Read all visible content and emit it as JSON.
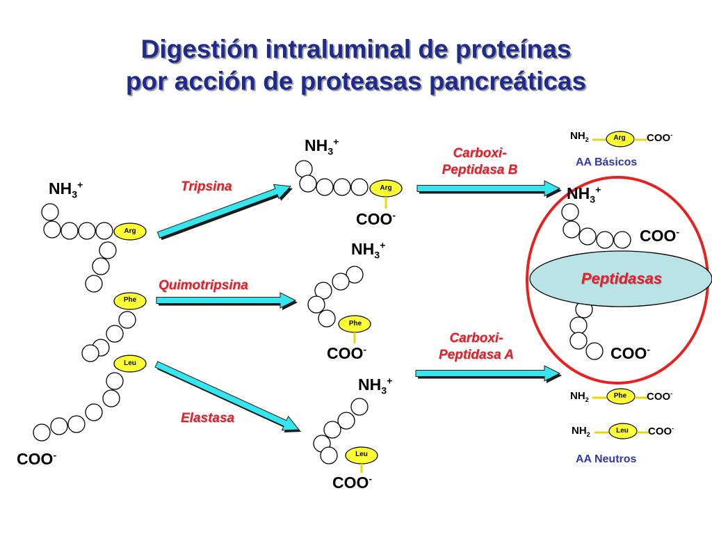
{
  "title": {
    "line1": "Digestión intraluminal de proteínas",
    "line2": "por acción de proteasas pancreáticas"
  },
  "chem": {
    "nh3": "NH",
    "nh3_sub": "3",
    "nh3_sup": "+",
    "coo": "COO",
    "coo_sup": "-",
    "nh2": "NH",
    "nh2_sub": "2"
  },
  "amino_acids": {
    "arg": "Arg",
    "phe": "Phe",
    "leu": "Leu"
  },
  "enzymes": {
    "tripsina": "Tripsina",
    "quimotripsina": "Quimotripsina",
    "elastasa": "Elastasa",
    "cpb_line1": "Carboxi-",
    "cpb_line2": "Peptidasa B",
    "cpa_line1": "Carboxi-",
    "cpa_line2": "Peptidasa A"
  },
  "groups": {
    "basicos": "AA Básicos",
    "neutros": "AA Neutros"
  },
  "peptidasas": "Peptidasas",
  "colors": {
    "title": "#1e2a8c",
    "enzyme_text": "#e0202a",
    "arrow_fill": "#33e6f0",
    "arrow_dark": "#1a1a1a",
    "aa_fill": "#ffff33",
    "stub": "#e8d800",
    "ring": "#e82020",
    "peptidasas_fill": "#b9e3e6",
    "group_text": "#2d3aa8"
  }
}
